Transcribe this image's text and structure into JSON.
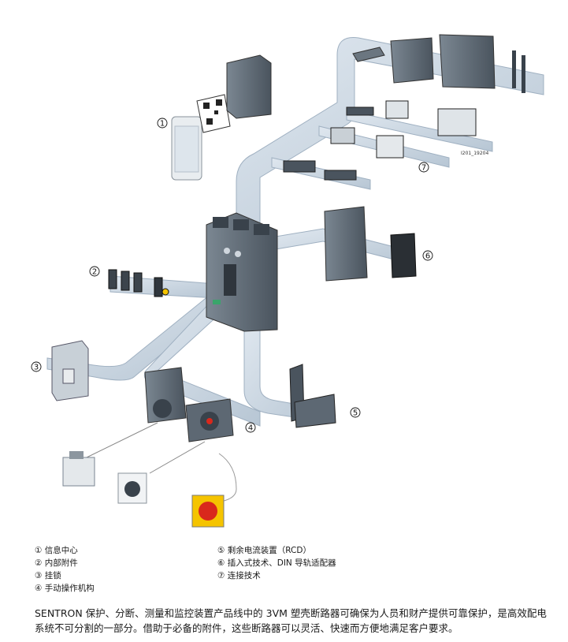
{
  "callouts": [
    "1",
    "2",
    "3",
    "4",
    "5",
    "6",
    "7"
  ],
  "reference_code": "I201_19204",
  "legend_left": [
    "① 信息中心",
    "② 内部附件",
    "③ 挂锁",
    "④ 手动操作机构"
  ],
  "legend_right": [
    "⑤ 剩余电流装置（RCD）",
    "⑥ 插入式技术、DIN 导轨适配器",
    "⑦ 连接技术"
  ],
  "caption": "SENTRON 保护、分断、测量和监控装置产品线中的 3VM 塑壳断路器可确保为人员和财产提供可靠保护，是高效配电系统不可分割的一部分。借助于必备的附件，这些断路器可以灵活、快速而方便地满足客户要求。",
  "colors": {
    "band_light": "#cfd9e3",
    "band_mid": "#a9b9c9",
    "device_gray": "#5d6873",
    "accent_red": "#d9281c",
    "accent_yellow": "#f5c400",
    "accent_green": "#3aa56b"
  }
}
